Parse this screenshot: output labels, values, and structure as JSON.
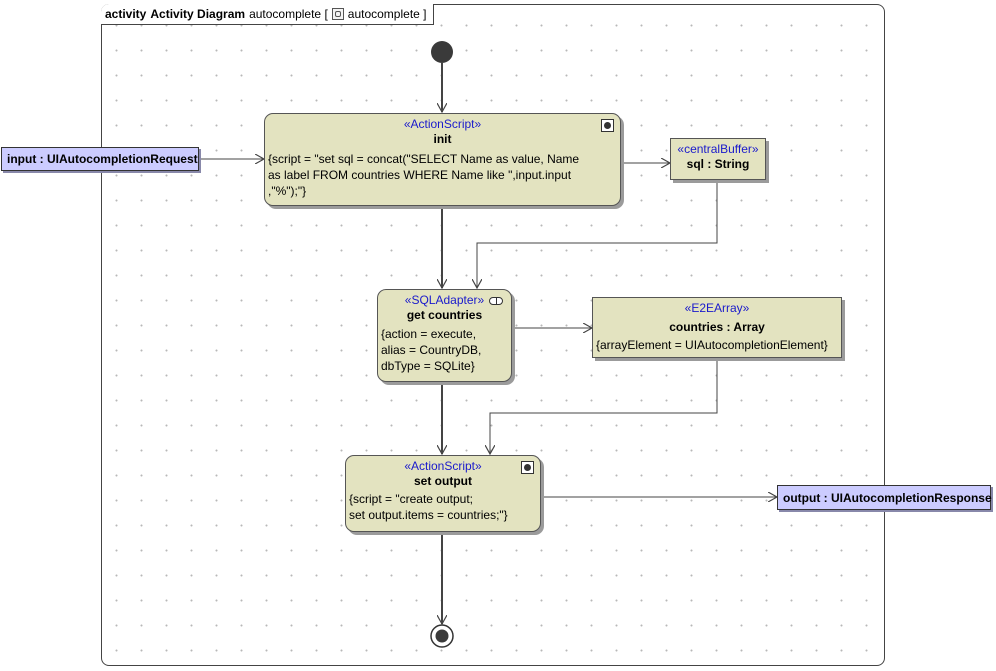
{
  "frame": {
    "keyword": "activity",
    "kind": "Activity Diagram",
    "name": "autocomplete [",
    "icon": "activity-icon",
    "ref": "autocomplete ]"
  },
  "nodes": {
    "init": {
      "stereotype": "«ActionScript»",
      "name": "init",
      "props": [
        "{script = \"set sql = concat(\"SELECT Name as value, Name",
        "as label FROM countries WHERE Name like \",input.input",
        ",\"%\");\"}"
      ]
    },
    "sql_buffer": {
      "stereotype": "«centralBuffer»",
      "name": "sql : String"
    },
    "get_countries": {
      "stereotype": "«SQLAdapter»",
      "name": "get countries",
      "props": [
        "{action = execute,",
        "alias = CountryDB,",
        "dbType = SQLite}"
      ]
    },
    "countries_array": {
      "stereotype": "«E2EArray»",
      "name": "countries : Array",
      "props": [
        "{arrayElement = UIAutocompletionElement}"
      ]
    },
    "set_output": {
      "stereotype": "«ActionScript»",
      "name": "set output",
      "props": [
        "{script = \"create output;",
        "set output.items = countries;\"}"
      ]
    }
  },
  "params": {
    "input": "input : UIAutocompletionRequest",
    "output": "output : UIAutocompletionResponse"
  },
  "colors": {
    "action_fill": "#e3e3c0",
    "param_fill": "#ccccff",
    "stereotype_text": "#1a1acc",
    "edge": "#444444"
  }
}
